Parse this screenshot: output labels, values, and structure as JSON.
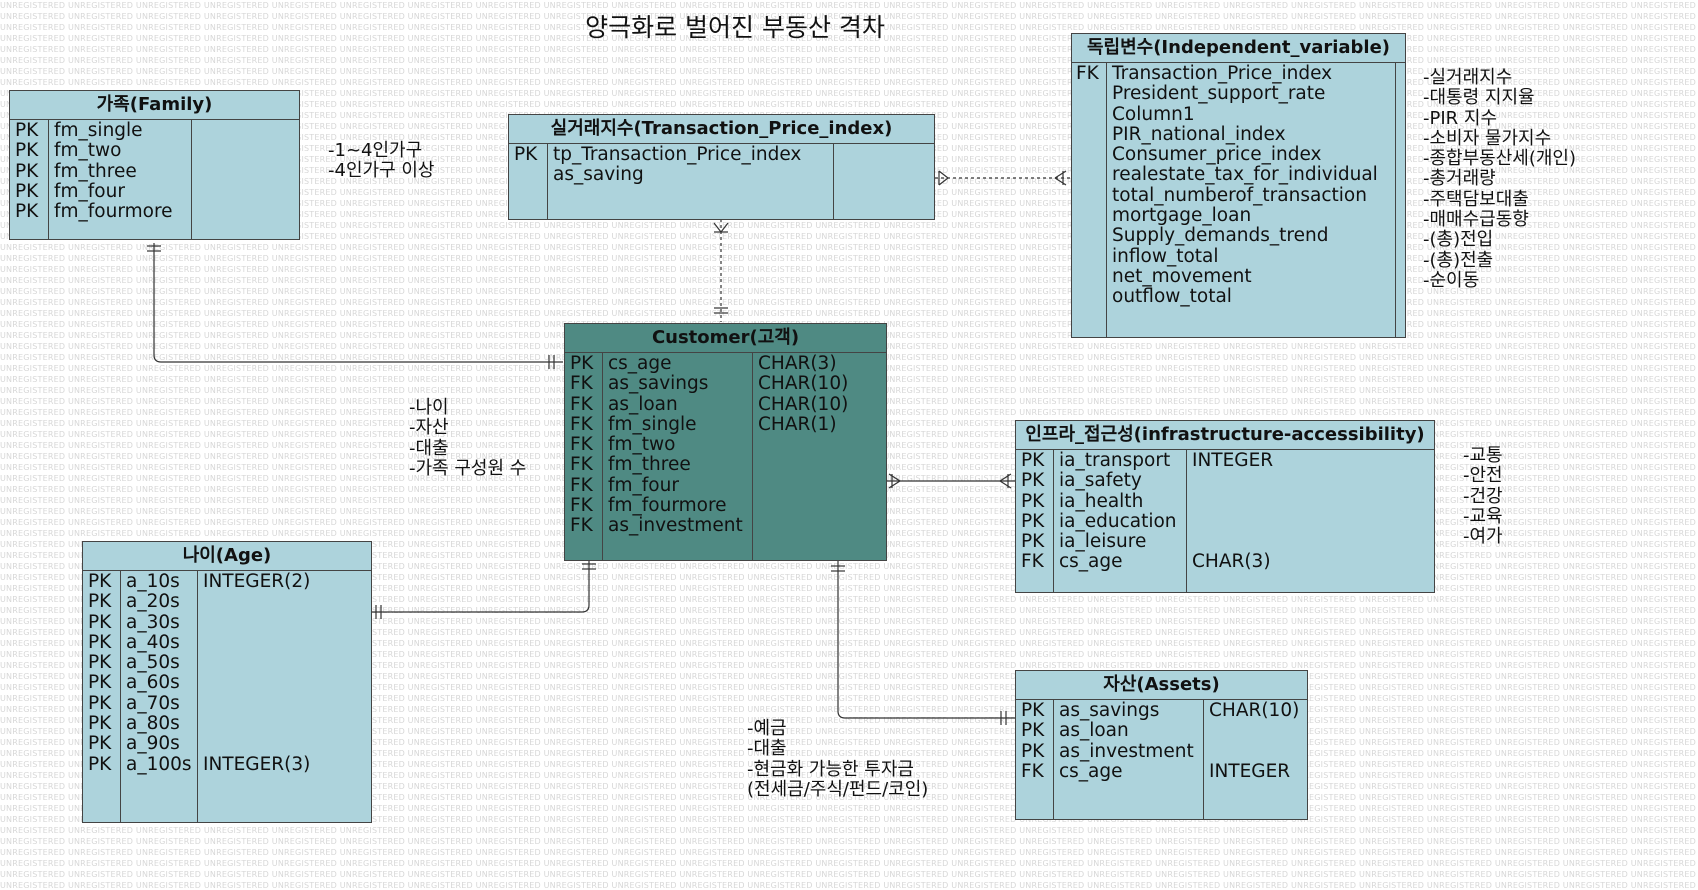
{
  "watermark": "UNREGISTERED",
  "title": "양극화로 벌어진 부동산 격차",
  "tables": {
    "family": {
      "name": "가족(Family)",
      "keys": [
        "PK",
        "PK",
        "PK",
        "PK",
        "PK"
      ],
      "fields": [
        "fm_single",
        "fm_two",
        "fm_three",
        "fm_four",
        "fm_fourmore"
      ],
      "types": [
        "",
        "",
        "",
        "",
        ""
      ]
    },
    "transaction": {
      "name": "실거래지수(Transaction_Price_index)",
      "keys": [
        "PK",
        ""
      ],
      "fields": [
        "tp_Transaction_Price_index",
        "as_saving"
      ],
      "types": [
        "",
        ""
      ]
    },
    "independent": {
      "name": "독립변수(Independent_variable)",
      "keys": [
        "FK",
        "",
        "",
        "",
        "",
        "",
        "",
        "",
        "",
        "",
        "",
        ""
      ],
      "fields": [
        "Transaction_Price_index",
        "President_support_rate",
        "Column1",
        "PIR_national_index",
        "Consumer_price_index",
        "realestate_tax_for_individual",
        "total_numberof_transaction",
        "mortgage_loan",
        "Supply_demands_trend",
        "inflow_total",
        "net_movement",
        "outflow_total"
      ],
      "types": []
    },
    "customer": {
      "name": "Customer(고객)",
      "keys": [
        "PK",
        "FK",
        "FK",
        "FK",
        "FK",
        "FK",
        "FK",
        "FK",
        "FK"
      ],
      "fields": [
        "cs_age",
        "as_savings",
        "as_loan",
        "fm_single",
        "fm_two",
        "fm_three",
        "fm_four",
        "fm_fourmore",
        "as_investment"
      ],
      "types": [
        "CHAR(3)",
        "CHAR(10)",
        "CHAR(10)",
        "CHAR(1)",
        "",
        "",
        "",
        "",
        ""
      ]
    },
    "infra": {
      "name": "인프라_접근성(infrastructure-accessibility)",
      "keys": [
        "PK",
        "PK",
        "PK",
        "PK",
        "PK",
        "FK"
      ],
      "fields": [
        "ia_transport",
        "ia_safety",
        "ia_health",
        "ia_education",
        "ia_leisure",
        "cs_age"
      ],
      "types": [
        "INTEGER",
        "",
        "",
        "",
        "",
        "CHAR(3)"
      ]
    },
    "age": {
      "name": "나이(Age)",
      "keys": [
        "PK",
        "PK",
        "PK",
        "PK",
        "PK",
        "PK",
        "PK",
        "PK",
        "PK",
        "PK"
      ],
      "fields": [
        "a_10s",
        "a_20s",
        "a_30s",
        "a_40s",
        "a_50s",
        "a_60s",
        "a_70s",
        "a_80s",
        "a_90s",
        "a_100s"
      ],
      "types": [
        "INTEGER(2)",
        "",
        "",
        "",
        "",
        "",
        "",
        "",
        "",
        "INTEGER(3)"
      ]
    },
    "assets": {
      "name": "자산(Assets)",
      "keys": [
        "PK",
        "PK",
        "PK",
        "FK"
      ],
      "fields": [
        "as_savings",
        "as_loan",
        "as_investment",
        "cs_age"
      ],
      "types": [
        "CHAR(10)",
        "",
        "",
        "INTEGER"
      ]
    }
  },
  "annotations": {
    "family": [
      "-1~4인가구",
      "-4인가구 이상"
    ],
    "customer": [
      "-나이",
      "-자산",
      "-대출",
      "-가족 구성원 수"
    ],
    "independent": [
      "-실거래지수",
      "-대통령 지지율",
      "-PIR 지수",
      "-소비자 물가지수",
      "-종합부동산세(개인)",
      "-총거래량",
      "-주택담보대출",
      "-매매수급동향",
      "-(총)전입",
      "-(총)전출",
      "-순이동"
    ],
    "infra": [
      "-교통",
      "-안전",
      "-건강",
      "-교육",
      "-여가"
    ],
    "assets": [
      "-예금",
      "-대출",
      "-현금화 가능한 투자금",
      "(전세금/주식/펀드/코인)"
    ]
  },
  "colors": {
    "entity_fill": "#add3dc",
    "customer_fill": "#4f8a83",
    "border": "#444444",
    "watermark": "#d7d7d7"
  }
}
